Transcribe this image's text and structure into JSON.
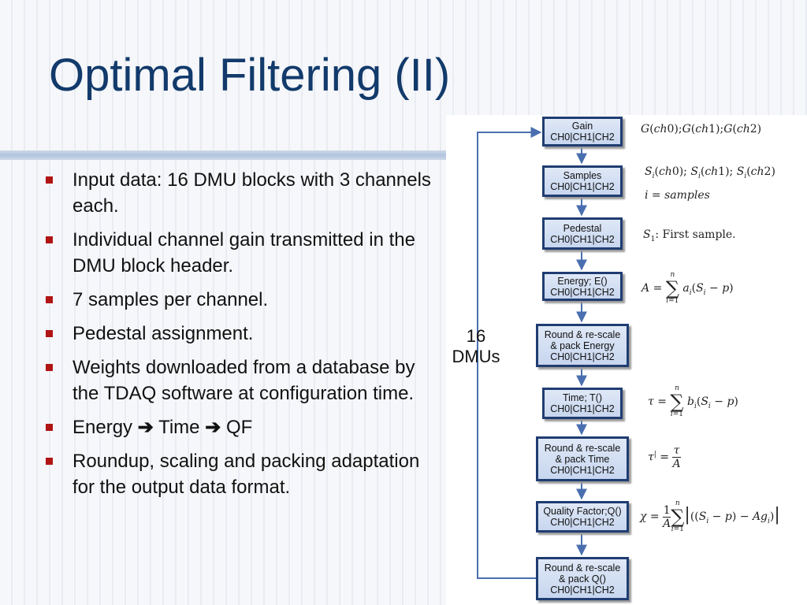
{
  "slide": {
    "title": "Optimal Filtering (II)",
    "bullets": [
      {
        "text": "Input data: 16 DMU blocks with 3 channels each."
      },
      {
        "text": "Individual channel gain transmitted in the DMU block header."
      },
      {
        "text": "7 samples per channel."
      },
      {
        "text": "Pedestal assignment."
      },
      {
        "text": "Weights downloaded from a database by the TDAQ software at configuration time."
      },
      {
        "text_parts": [
          "Energy",
          "Time",
          "QF"
        ],
        "separator_icon": "right-arrow"
      },
      {
        "text": "Roundup, scaling and packing adaptation for the output data format."
      }
    ]
  },
  "diagram": {
    "loop_label_line1": "16",
    "loop_label_line2": "DMUs",
    "channels_label": "CH0|CH1|CH2",
    "blocks": [
      {
        "lines": [
          "Gain",
          "CH0|CH1|CH2"
        ]
      },
      {
        "lines": [
          "Samples",
          "CH0|CH1|CH2"
        ]
      },
      {
        "lines": [
          "Pedestal",
          "CH0|CH1|CH2"
        ]
      },
      {
        "lines": [
          "Energy; E()",
          "CH0|CH1|CH2"
        ]
      },
      {
        "lines": [
          "Round & re-scale",
          "& pack Energy",
          "CH0|CH1|CH2"
        ]
      },
      {
        "lines": [
          "Time; T()",
          "CH0|CH1|CH2"
        ]
      },
      {
        "lines": [
          "Round & re-scale",
          "& pack Time",
          "CH0|CH1|CH2"
        ]
      },
      {
        "lines": [
          "Quality Factor;Q()",
          "CH0|CH1|CH2"
        ]
      },
      {
        "lines": [
          "Round & re-scale",
          "& pack Q()",
          "CH0|CH1|CH2"
        ]
      }
    ],
    "formulas": {
      "gain": "G(ch0);G(ch1);G(ch2)",
      "samples": "S_i(ch0); S_i(ch1); S_i(ch2)",
      "samples_index": "i = samples",
      "pedestal": "S_1: First sample.",
      "energy": "A = Σ_{i=1}^{n} a_i (S_i − p)",
      "time": "τ = Σ_{i=1}^{n} b_i (S_i − p)",
      "time_scaled": "τ' = τ / A",
      "quality": "χ = (1/A) Σ_{i=1}^{n} |((S_i − p) − A g_i)|"
    }
  },
  "colors": {
    "title": "#123a6b",
    "bullet": "#b11414",
    "box_border": "#203d72",
    "arrow": "#4a6fb0"
  }
}
